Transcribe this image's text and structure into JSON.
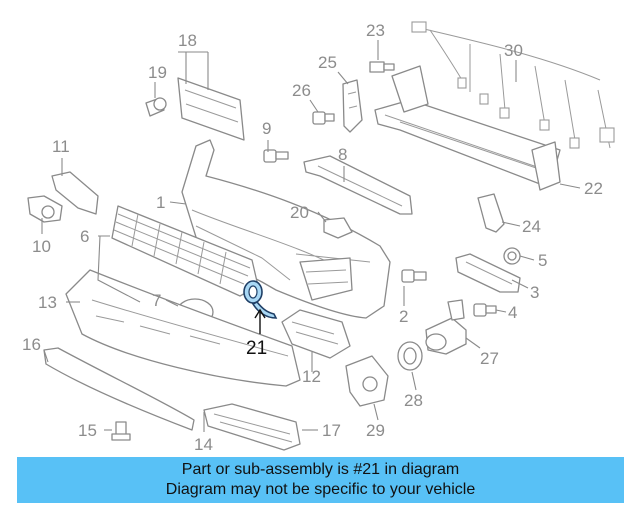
{
  "diagram": {
    "callouts": [
      {
        "id": "1",
        "label": "1"
      },
      {
        "id": "2",
        "label": "2"
      },
      {
        "id": "3",
        "label": "3"
      },
      {
        "id": "4",
        "label": "4"
      },
      {
        "id": "5",
        "label": "5"
      },
      {
        "id": "6",
        "label": "6"
      },
      {
        "id": "7",
        "label": "7"
      },
      {
        "id": "8",
        "label": "8"
      },
      {
        "id": "9",
        "label": "9"
      },
      {
        "id": "10",
        "label": "10"
      },
      {
        "id": "11",
        "label": "11"
      },
      {
        "id": "12",
        "label": "12"
      },
      {
        "id": "13",
        "label": "13"
      },
      {
        "id": "14",
        "label": "14"
      },
      {
        "id": "15",
        "label": "15"
      },
      {
        "id": "16",
        "label": "16"
      },
      {
        "id": "17",
        "label": "17"
      },
      {
        "id": "18",
        "label": "18"
      },
      {
        "id": "19",
        "label": "19"
      },
      {
        "id": "20",
        "label": "20"
      },
      {
        "id": "21",
        "label": "21"
      },
      {
        "id": "22",
        "label": "22"
      },
      {
        "id": "23",
        "label": "23"
      },
      {
        "id": "24",
        "label": "24"
      },
      {
        "id": "25",
        "label": "25"
      },
      {
        "id": "26",
        "label": "26"
      },
      {
        "id": "27",
        "label": "27"
      },
      {
        "id": "28",
        "label": "28"
      },
      {
        "id": "29",
        "label": "29"
      },
      {
        "id": "30",
        "label": "30"
      }
    ],
    "highlighted_part": "21",
    "colors": {
      "highlight_fill": "#a9d8f5",
      "highlight_stroke": "#1f3f66",
      "banner": "#58c1f6",
      "line_art": "#8a8a8a"
    }
  },
  "banner": {
    "line1": "Part or sub-assembly is #21 in diagram",
    "line2": "Diagram may not be specific to your vehicle"
  }
}
